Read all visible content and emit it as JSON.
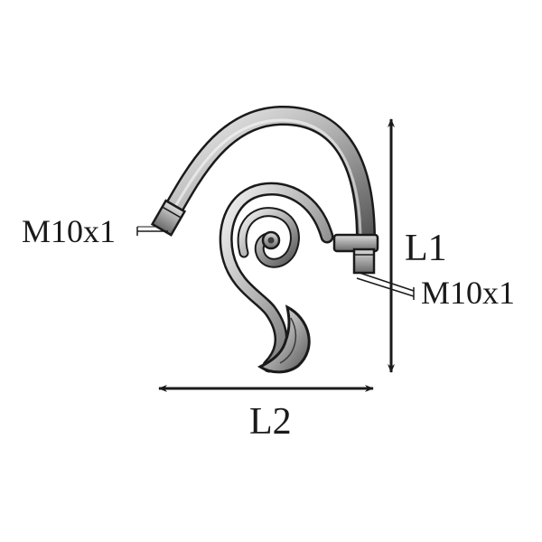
{
  "labels": {
    "thread_left": "M10x1",
    "thread_right": "M10x1",
    "height_dim": "L1",
    "width_dim": "L2"
  },
  "colors": {
    "ink": "#1a1a1a",
    "metal_light": "#e6e6e6",
    "metal_mid": "#9a9a9a",
    "metal_dark": "#3a3a3a",
    "background": "#ffffff"
  }
}
